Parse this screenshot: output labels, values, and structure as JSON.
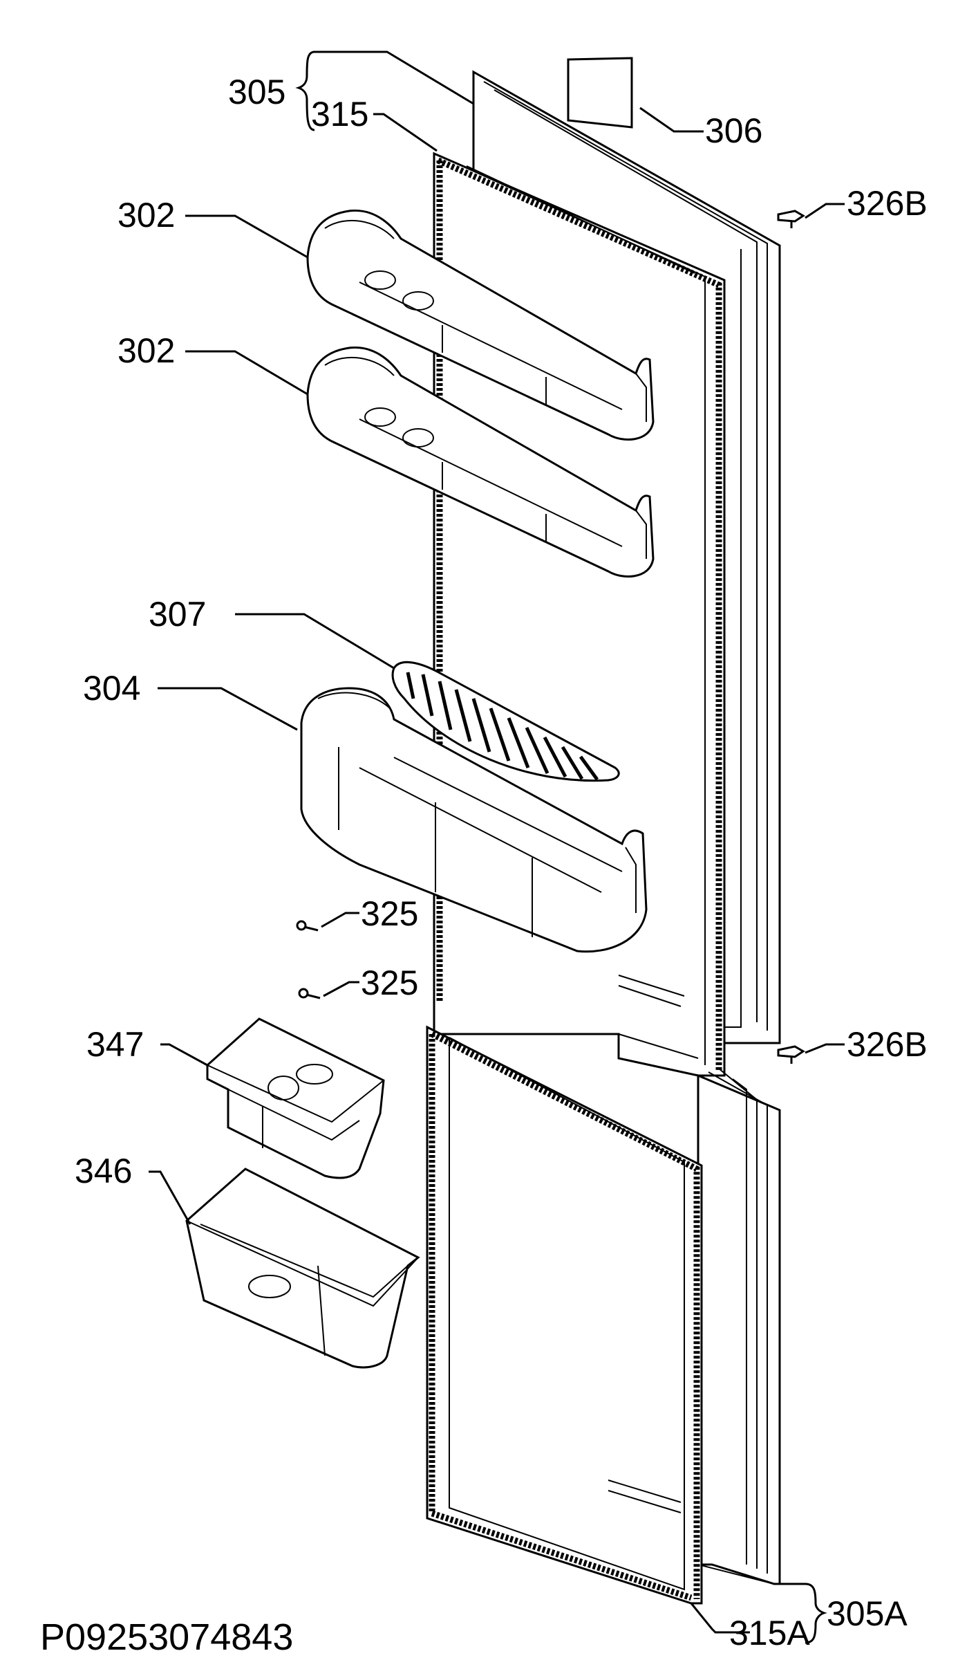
{
  "diagram": {
    "labels": {
      "p305": "305",
      "p315": "315",
      "p306": "306",
      "p326b_top": "326B",
      "p302_a": "302",
      "p302_b": "302",
      "p307": "307",
      "p304": "304",
      "p325_a": "325",
      "p325_b": "325",
      "p347": "347",
      "p326b_bottom": "326B",
      "p346": "346",
      "p315a": "315A",
      "p305a": "305A"
    },
    "document_code": "P09253074843"
  }
}
